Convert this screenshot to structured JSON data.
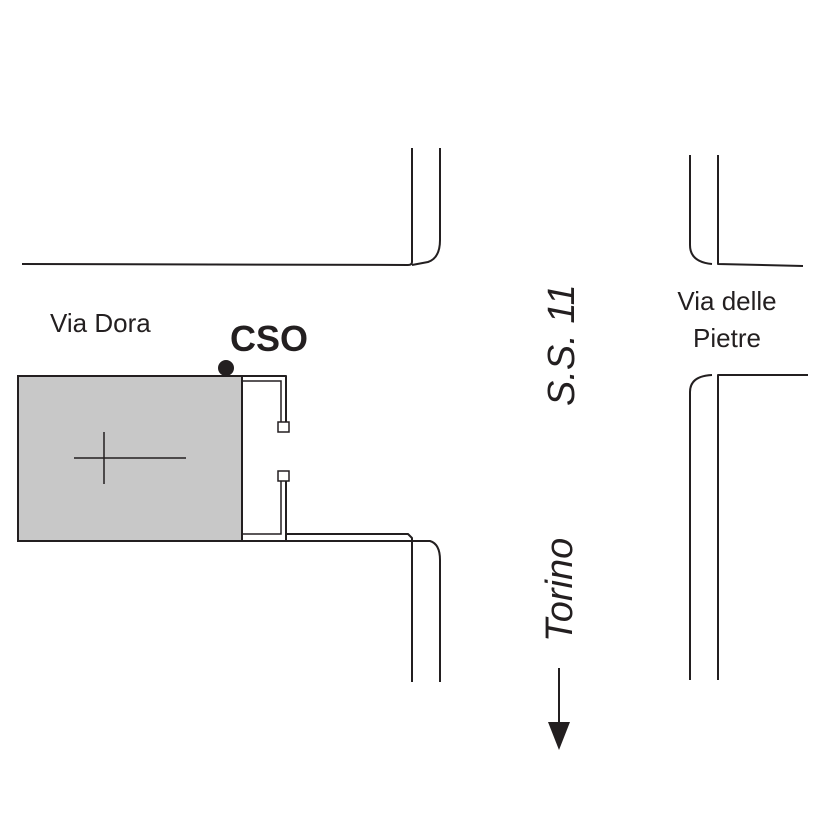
{
  "map": {
    "labels": {
      "via_dora": "Via Dora",
      "cso": "CSO",
      "ss11": "S.S. 11",
      "via_delle_pietre_line1": "Via delle",
      "via_delle_pietre_line2": "Pietre",
      "torino": "Torino"
    },
    "colors": {
      "ink": "#231f20",
      "building_fill": "#c8c8c8",
      "background": "#ffffff"
    },
    "icons": {
      "location_marker": "filled-circle",
      "direction_arrow": "arrow-down",
      "building_mark": "cross"
    }
  }
}
